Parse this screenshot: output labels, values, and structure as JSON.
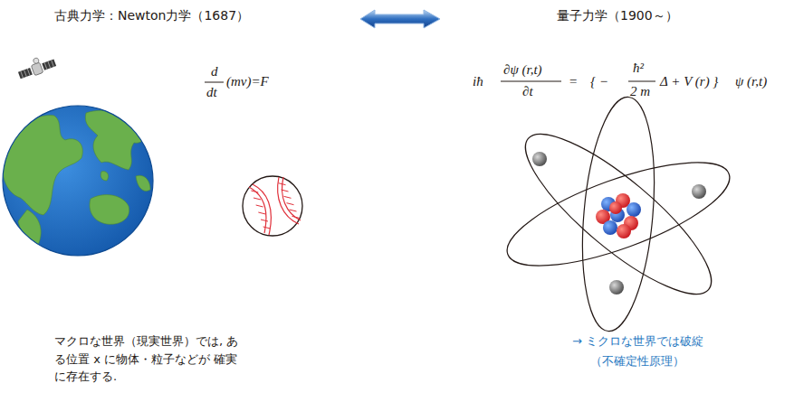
{
  "diagram": {
    "labels": [
      "古典力学：Newton力学（1687）",
      "量子力学（1900～）",
      "d",
      "dt",
      "(mv)=F",
      "iħ",
      "∂ψ (r,t)",
      "∂t",
      "=",
      "{ −",
      "ħ²",
      "2 m",
      "Δ + V (r) }",
      "ψ (r,t)",
      "マクロな世界（現実世界）では, ある位置 x に物体・粒子などが 確実に存在する.",
      "→ ミクロな世界では破綻",
      "（不確定性原理）"
    ]
  }
}
